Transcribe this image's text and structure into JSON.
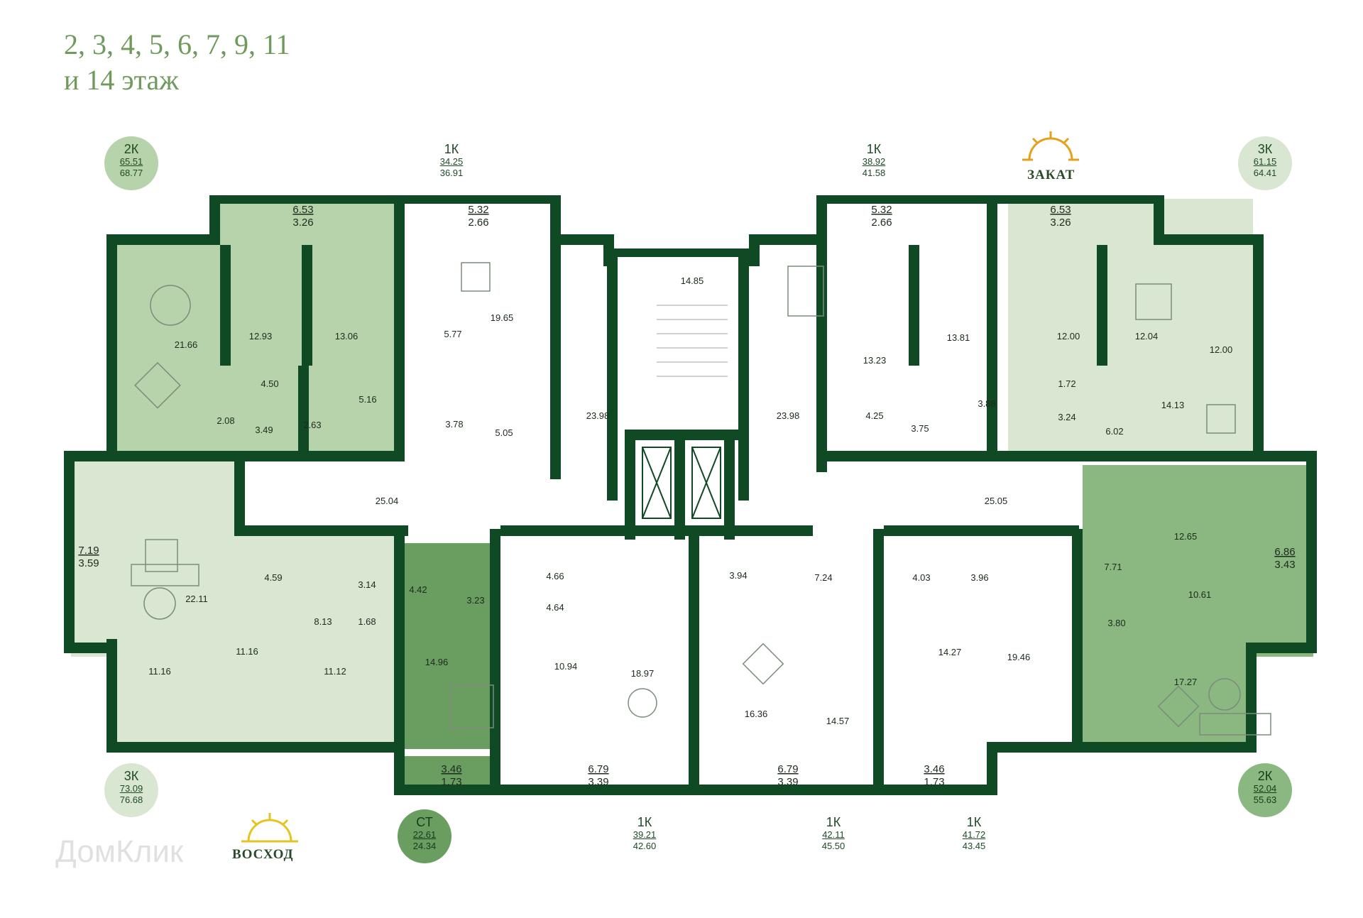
{
  "title": {
    "line1": "2, 3, 4, 5, 6, 7, 9, 11",
    "line2": "и 14 этаж"
  },
  "watermark": "ДомКлик",
  "sun": {
    "sunset": "ЗАКАТ",
    "sunrise": "ВОСХОД"
  },
  "colors": {
    "wall": "#0f4a25",
    "green_dark": "#6a9e61",
    "green_mid": "#b7d3ab",
    "green_light": "#d9e6d2",
    "green_pale": "#e6efe0",
    "title": "#6f9a5c"
  },
  "badges": [
    {
      "type": "2К",
      "a": "65.51",
      "b": "68.77"
    },
    {
      "type": "1К",
      "a": "34.25",
      "b": "36.91"
    },
    {
      "type": "1К",
      "a": "38.92",
      "b": "41.58"
    },
    {
      "type": "3К",
      "a": "61.15",
      "b": "64.41"
    },
    {
      "type": "3К",
      "a": "73.09",
      "b": "76.68"
    },
    {
      "type": "СТ",
      "a": "22.61",
      "b": "24.34"
    },
    {
      "type": "1К",
      "a": "39.21",
      "b": "42.60"
    },
    {
      "type": "1К",
      "a": "42.11",
      "b": "45.50"
    },
    {
      "type": "1К",
      "a": "41.72",
      "b": "43.45"
    },
    {
      "type": "2К",
      "a": "52.04",
      "b": "55.63"
    }
  ],
  "areas": [
    "21.66",
    "12.93",
    "13.06",
    "4.50",
    "2.08",
    "3.49",
    "2.63",
    "5.16",
    "5.77",
    "19.65",
    "3.78",
    "5.05",
    "14.85",
    "23.98",
    "23.98",
    "13.23",
    "13.81",
    "4.25",
    "3.75",
    "3.88",
    "12.00",
    "12.04",
    "12.00",
    "1.72",
    "3.24",
    "6.02",
    "14.13",
    "25.04",
    "25.05",
    "22.11",
    "4.59",
    "3.14",
    "1.68",
    "8.13",
    "11.16",
    "11.16",
    "11.12",
    "4.42",
    "3.23",
    "14.96",
    "4.66",
    "4.64",
    "10.94",
    "18.97",
    "3.94",
    "7.24",
    "16.36",
    "14.57",
    "4.03",
    "3.96",
    "14.27",
    "19.46",
    "12.65",
    "7.71",
    "10.61",
    "3.80",
    "17.27"
  ],
  "balconies": [
    {
      "a": "6.53",
      "b": "3.26"
    },
    {
      "a": "5.32",
      "b": "2.66"
    },
    {
      "a": "5.32",
      "b": "2.66"
    },
    {
      "a": "6.53",
      "b": "3.26"
    },
    {
      "a": "7.19",
      "b": "3.59"
    },
    {
      "a": "6.86",
      "b": "3.43"
    },
    {
      "a": "3.46",
      "b": "1.73"
    },
    {
      "a": "6.79",
      "b": "3.39"
    },
    {
      "a": "6.79",
      "b": "3.39"
    },
    {
      "a": "3.46",
      "b": "1.73"
    }
  ]
}
